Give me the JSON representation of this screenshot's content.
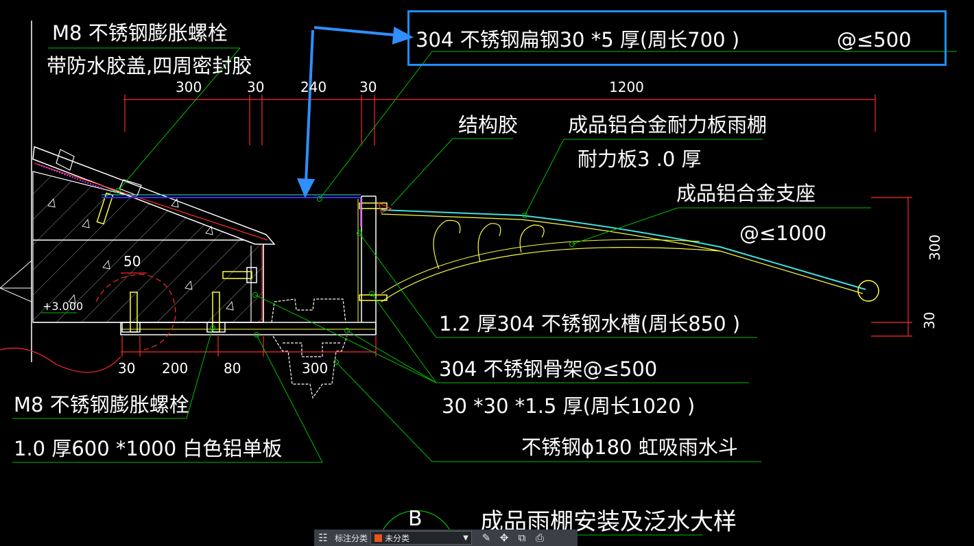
{
  "drawing": {
    "labels": {
      "bolt_top_1": "M8 不锈钢膨胀螺栓",
      "bolt_top_2": "带防水胶盖,四周密封胶",
      "flat_steel": "304 不锈钢扁钢30 *5 厚(周长700 )",
      "flat_steel_spacing": "@≤500",
      "sealant": "结构胶",
      "canopy_1": "成品铝合金耐力板雨棚",
      "canopy_2": "耐力板3 .0 厚",
      "bracket": "成品铝合金支座",
      "bracket_spacing": "@≤1000",
      "gutter": "1.2 厚304 不锈钢水槽(周长850 )",
      "frame_1": "304    不锈钢骨架@≤500",
      "frame_2": "30 *30 *1.5 厚(周长1020 )",
      "drain": "不锈钢ϕ180 虹吸雨水斗",
      "bolt_bottom": "M8 不锈钢膨胀螺栓",
      "panel": "1.0 厚600 *1000 白色铝单板",
      "elevation": "+3.000",
      "title": "成品雨棚安装及泛水大样",
      "detail_mark": "B"
    },
    "dimensions": {
      "top": [
        "300",
        "30",
        "240",
        "30",
        "1200"
      ],
      "bottom": [
        "30",
        "200",
        "80",
        "300"
      ],
      "left_small": "50",
      "right": [
        "300",
        "30"
      ]
    },
    "colors": {
      "background": "#000000",
      "leader": "#00c000",
      "dimension": "#ff2a2a",
      "structure": "#ffffff",
      "canopy": "#ffff40",
      "canopy_panel": "#40e0e0",
      "flat_steel": "#3030ff",
      "highlight": "#1e90ff",
      "hatch_fill": "#1c1c1c"
    }
  },
  "toolbar": {
    "label": "标注分类",
    "selected": "未分类",
    "selected_color": "#e8541c",
    "icons": [
      "group-icon",
      "edit-icon",
      "move-icon",
      "copy-icon",
      "paste-icon"
    ]
  }
}
